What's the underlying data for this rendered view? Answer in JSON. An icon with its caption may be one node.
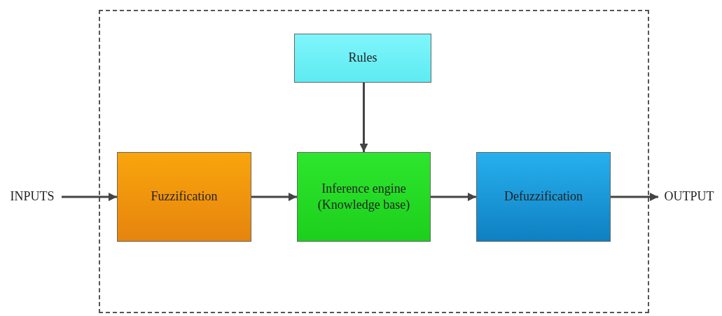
{
  "diagram": {
    "nodes": [
      {
        "text": [],
        "shape": "box"
      },
      {
        "text": [
          "Rules"
        ],
        "in": 0
      },
      {
        "text": [
          "INPUTS"
        ]
      },
      {
        "text": [
          "Fuzzification"
        ],
        "in": 0
      },
      {
        "text": [
          "Inference engine (Knowledge base)"
        ],
        "in": 0
      },
      {
        "text": [
          "Defuzzification"
        ],
        "in": 0
      },
      {
        "text": [
          "OUTPUT"
        ]
      }
    ],
    "edges": [
      {
        "from": 2,
        "to": 3,
        "arrow": "to"
      },
      {
        "from": 3,
        "to": 4,
        "arrow": "to"
      },
      {
        "from": 1,
        "to": 4,
        "arrow": "to"
      },
      {
        "from": 4,
        "to": 5,
        "arrow": "to"
      },
      {
        "from": 5,
        "to": 6,
        "arrow": "to"
      }
    ]
  }
}
